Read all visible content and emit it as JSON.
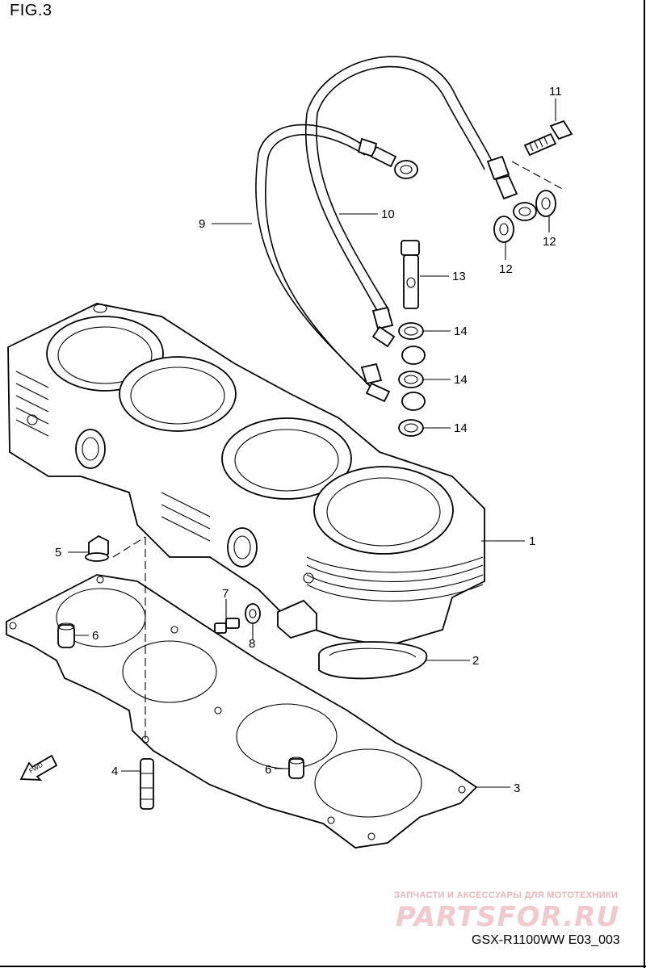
{
  "figure": {
    "title": "FIG.3",
    "model_code": "GSX-R1100WW  E03_003",
    "watermark_caption": "ЗАПЧАСТИ И АКСЕССУАРЫ ДЛЯ МОТОТЕХНИКИ",
    "watermark_logo": "PARTSFOR.RU",
    "fwd_label": "FWD"
  },
  "callouts": [
    "1",
    "2",
    "3",
    "4",
    "5",
    "6",
    "6",
    "7",
    "8",
    "9",
    "10",
    "11",
    "12",
    "12",
    "13",
    "14",
    "14",
    "14"
  ]
}
